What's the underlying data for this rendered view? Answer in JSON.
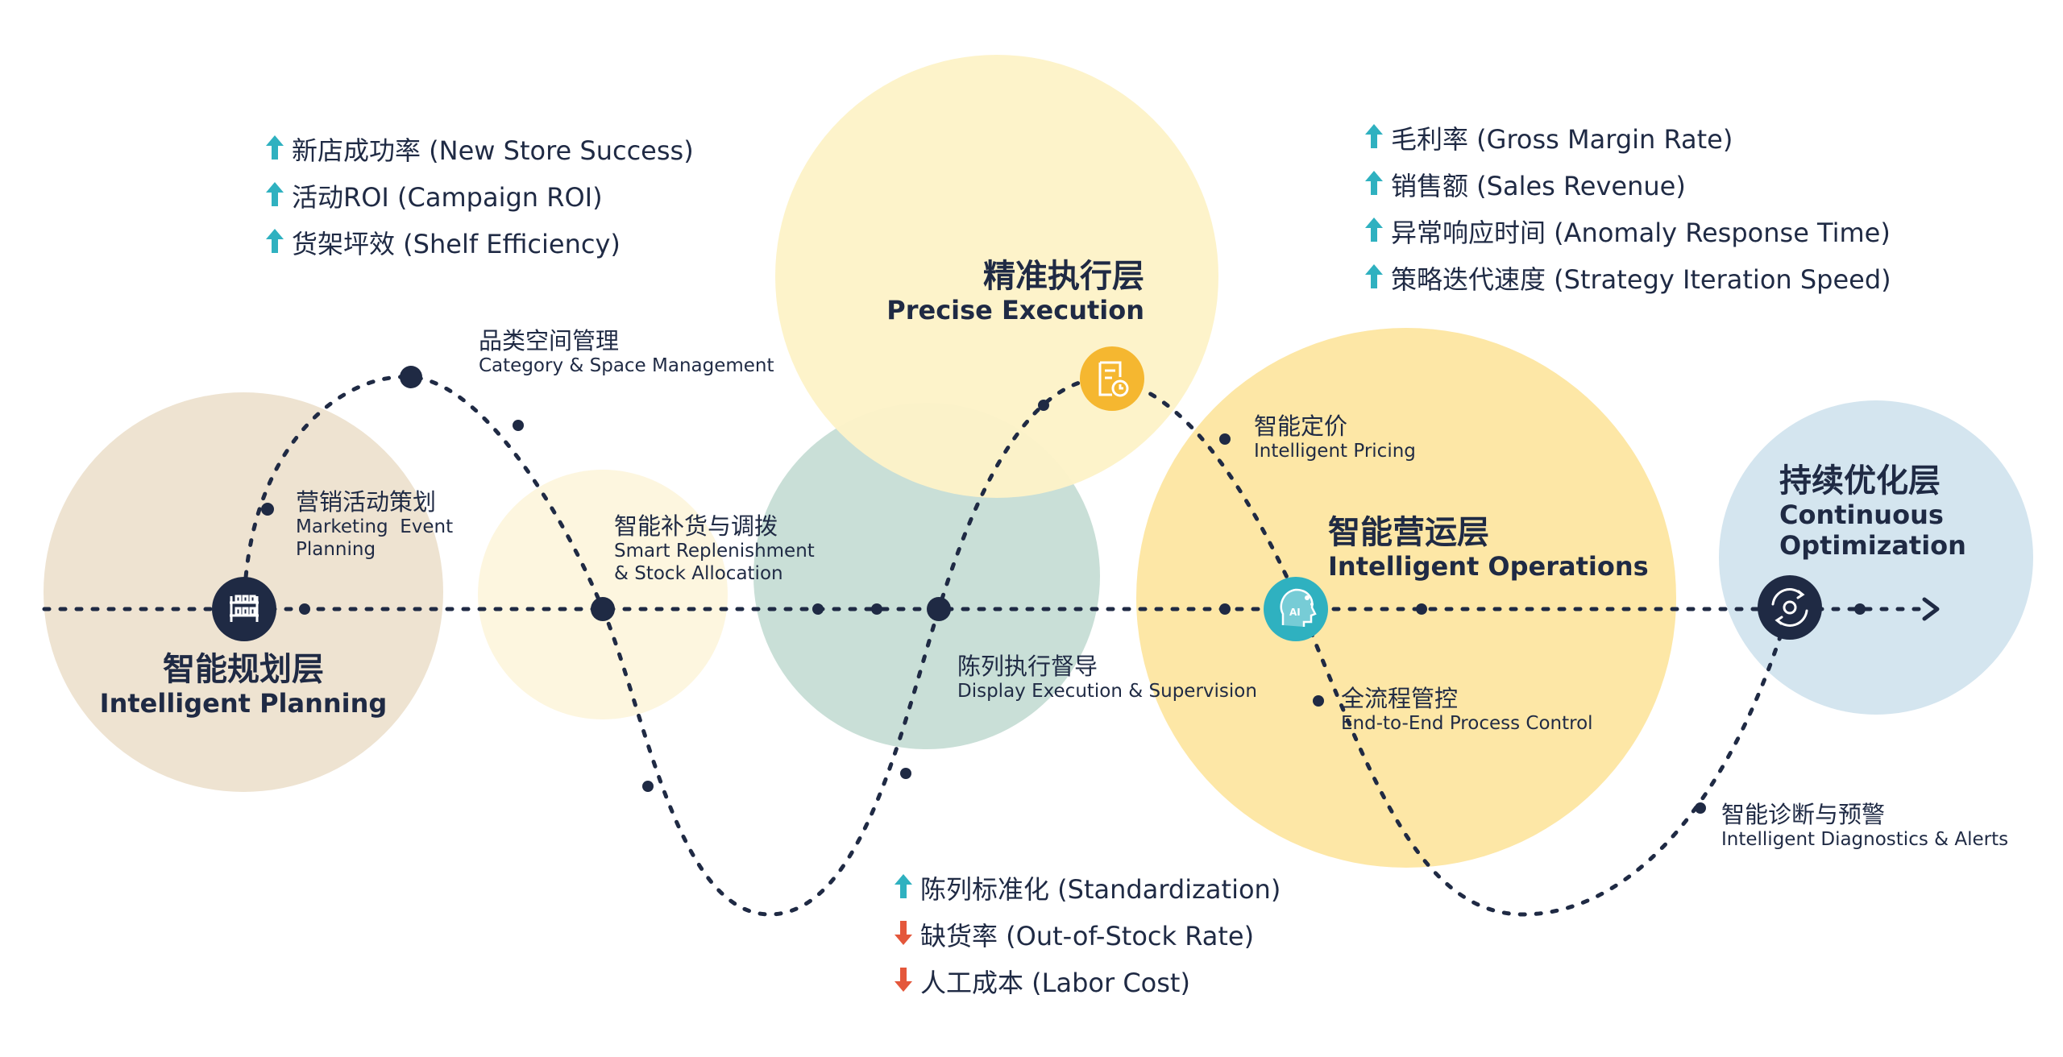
{
  "colors": {
    "navy": "#1f2a44",
    "teal_up": "#2fb1c0",
    "red_down": "#e4573b",
    "planning_circle": "#eee3d1",
    "replenish_circle": "#fdf6df",
    "display_circle": "#c9dfd7",
    "execution_circle": "#fdf2c8",
    "operations_circle": "#fde7a6",
    "optimization_circle": "#d4e5ef",
    "pricing_icon": "#f5b730",
    "ai_icon": "#2fb1c0"
  },
  "layers": {
    "planning": {
      "zh": "智能规划层",
      "en": "Intelligent Planning",
      "icon": "shelf-icon"
    },
    "execution": {
      "zh": "精准执行层",
      "en": "Precise Execution",
      "icon": "document-clock-icon"
    },
    "operations": {
      "zh": "智能营运层",
      "en": "Intelligent Operations",
      "icon": "ai-head-icon"
    },
    "optimization": {
      "zh": "持续优化层",
      "en_line1": "Continuous",
      "en_line2": "Optimization",
      "icon": "refresh-gear-icon"
    }
  },
  "nodes": {
    "marketing": {
      "zh": "营销活动策划",
      "en_line1": "Marketing  Event",
      "en_line2": "Planning"
    },
    "category": {
      "zh": "品类空间管理",
      "en": "Category & Space Management"
    },
    "replenishment": {
      "zh": "智能补货与调拨",
      "en_line1": "Smart Replenishment",
      "en_line2": "& Stock Allocation"
    },
    "display": {
      "zh": "陈列执行督导",
      "en": "Display Execution & Supervision"
    },
    "pricing": {
      "zh": "智能定价",
      "en": "Intelligent Pricing"
    },
    "process": {
      "zh": "全流程管控",
      "en": "End-to-End Process Control"
    },
    "diagnostics": {
      "zh": "智能诊断与预警",
      "en": "Intelligent Diagnostics & Alerts"
    }
  },
  "metrics": {
    "planning": [
      {
        "text": "新店成功率  (New Store Success)",
        "direction": "up"
      },
      {
        "text": "活动ROI  (Campaign ROI)",
        "direction": "up"
      },
      {
        "text": "货架坪效  (Shelf Efficiency)",
        "direction": "up"
      }
    ],
    "operations": [
      {
        "text": "毛利率 (Gross Margin Rate)",
        "direction": "up"
      },
      {
        "text": "销售额 (Sales Revenue)",
        "direction": "up"
      },
      {
        "text": "异常响应时间 (Anomaly Response Time)",
        "direction": "up"
      },
      {
        "text": "策略迭代速度 (Strategy Iteration Speed)",
        "direction": "up"
      }
    ],
    "execution": [
      {
        "text": "陈列标准化 (Standardization)",
        "direction": "up"
      },
      {
        "text": "缺货率 (Out-of-Stock Rate)",
        "direction": "down"
      },
      {
        "text": "人工成本 (Labor Cost)",
        "direction": "down"
      }
    ]
  }
}
